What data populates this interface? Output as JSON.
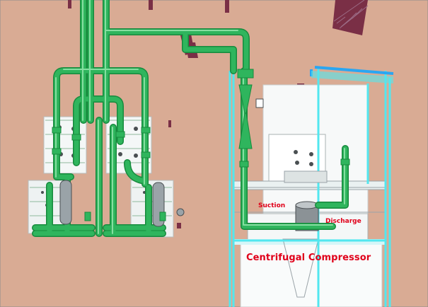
{
  "labels": {
    "suction": "Suction",
    "discharge": "Discharge",
    "title": "Centrifugal Compressor"
  },
  "colors": {
    "floor": "#d9ab94",
    "pipe": "#2fb55d",
    "pipe_highlight": "#8fe3a8",
    "pipe_dark": "#178a3d",
    "enclosure": "#52e7ef",
    "enclosure_top": "#2aa6f2",
    "equipment": "#f4f7f7",
    "steel": "#9aa3a8",
    "label": "#e0001a",
    "beam": "#7a2f46"
  },
  "icons": [
    "vessel",
    "compressor-casing",
    "piping",
    "structural-beam"
  ]
}
